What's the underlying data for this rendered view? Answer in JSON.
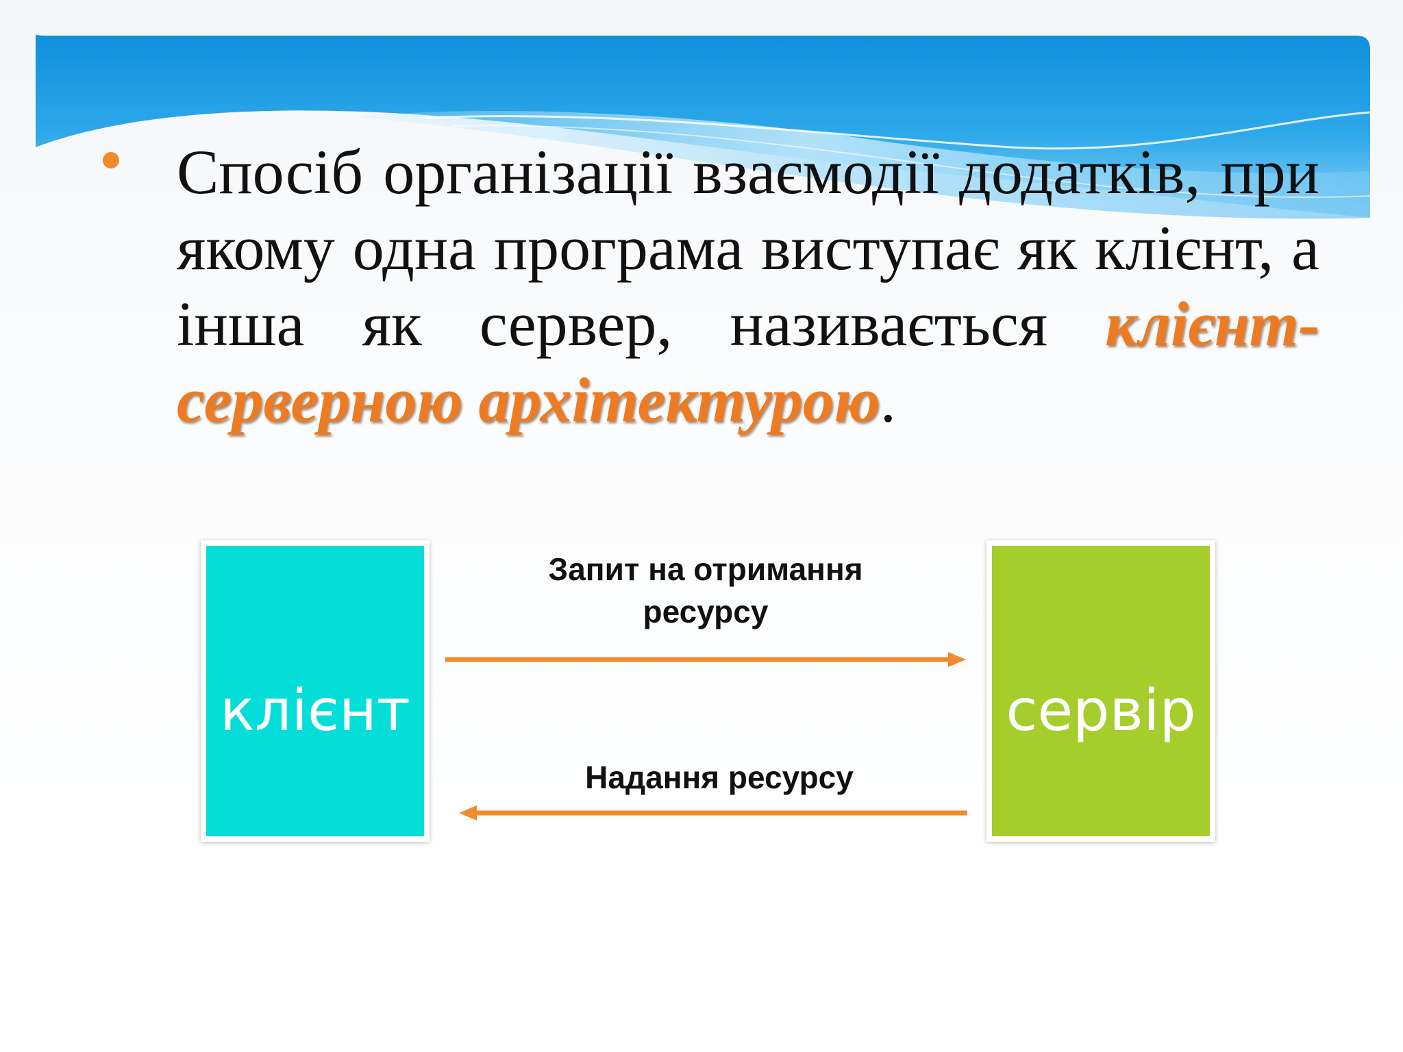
{
  "slide": {
    "paragraph": {
      "intro": "Спосіб організації взаємодії додатків, при якому одна програма виступає як клієнт, а інша як сервер, називається ",
      "term": "клієнт-серверною архітектурою",
      "ending": "."
    },
    "diagram": {
      "client_label": "клієнт",
      "server_label": "сервір",
      "request_label": "Запит на отримання ресурсу",
      "response_label": "Надання ресурсу"
    }
  },
  "colors": {
    "accent_orange": "#f08a2c",
    "client_box": "#05ddd8",
    "server_box": "#a5cd2b",
    "header_blue": "#1b94dc"
  }
}
